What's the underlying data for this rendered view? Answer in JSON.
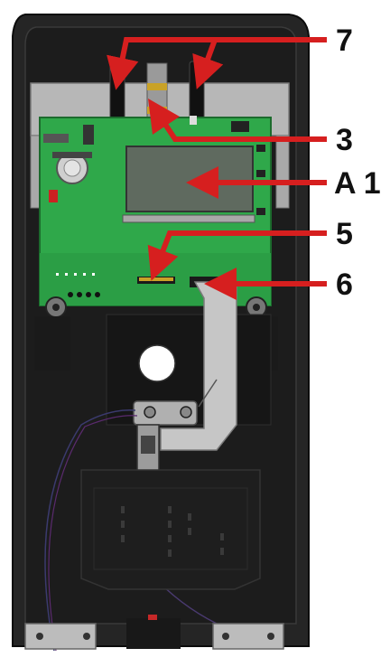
{
  "callouts": {
    "label_7": "7",
    "label_3": "3",
    "label_a1": "A 1",
    "label_5": "5",
    "label_6": "6"
  },
  "colors": {
    "housing": "#2b2b2b",
    "housing_dark": "#151515",
    "board": "#2fa84a",
    "bracket": "#b9b9b9",
    "arrow": "#d61f1f",
    "module": "#5f6a5f"
  }
}
